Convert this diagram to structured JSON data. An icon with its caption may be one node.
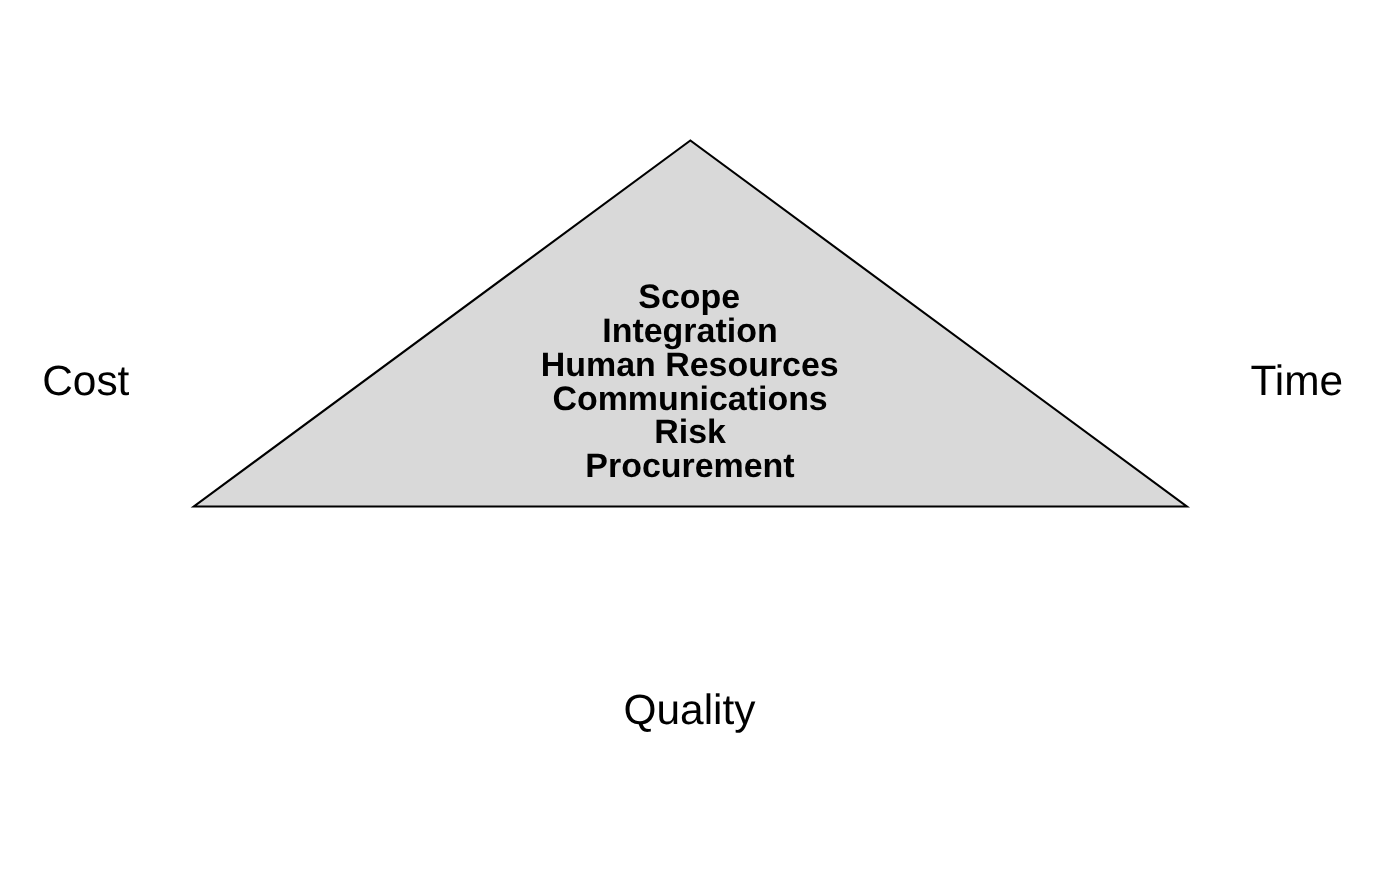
{
  "diagram": {
    "nodes": [
      {
        "text": [
          "Scope",
          "Integration",
          "Human Resources",
          "Communications",
          "Risk",
          "Procurement"
        ]
      }
    ],
    "labels": [
      "Cost",
      "Time",
      "Quality"
    ]
  }
}
